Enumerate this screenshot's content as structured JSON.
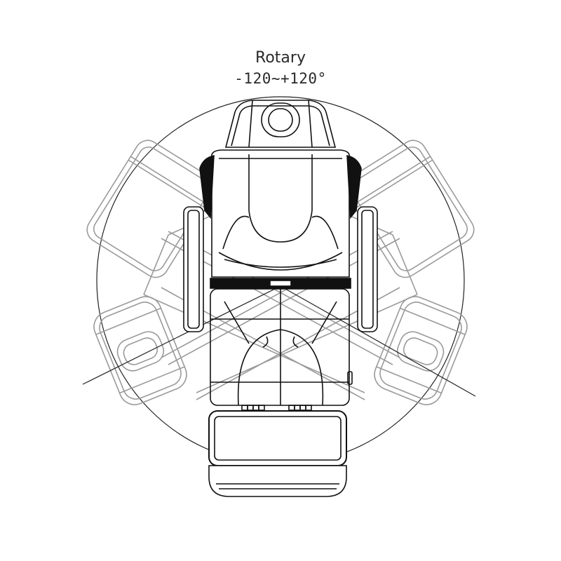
{
  "diagram": {
    "title": "Rotary",
    "range_label": "-120~+120°",
    "subject": "massage chair top view",
    "colors": {
      "line_primary": "#111111",
      "line_ghost": "#9a9a9a",
      "background": "#ffffff"
    },
    "rotation": {
      "min_deg": -120,
      "max_deg": 120
    }
  }
}
